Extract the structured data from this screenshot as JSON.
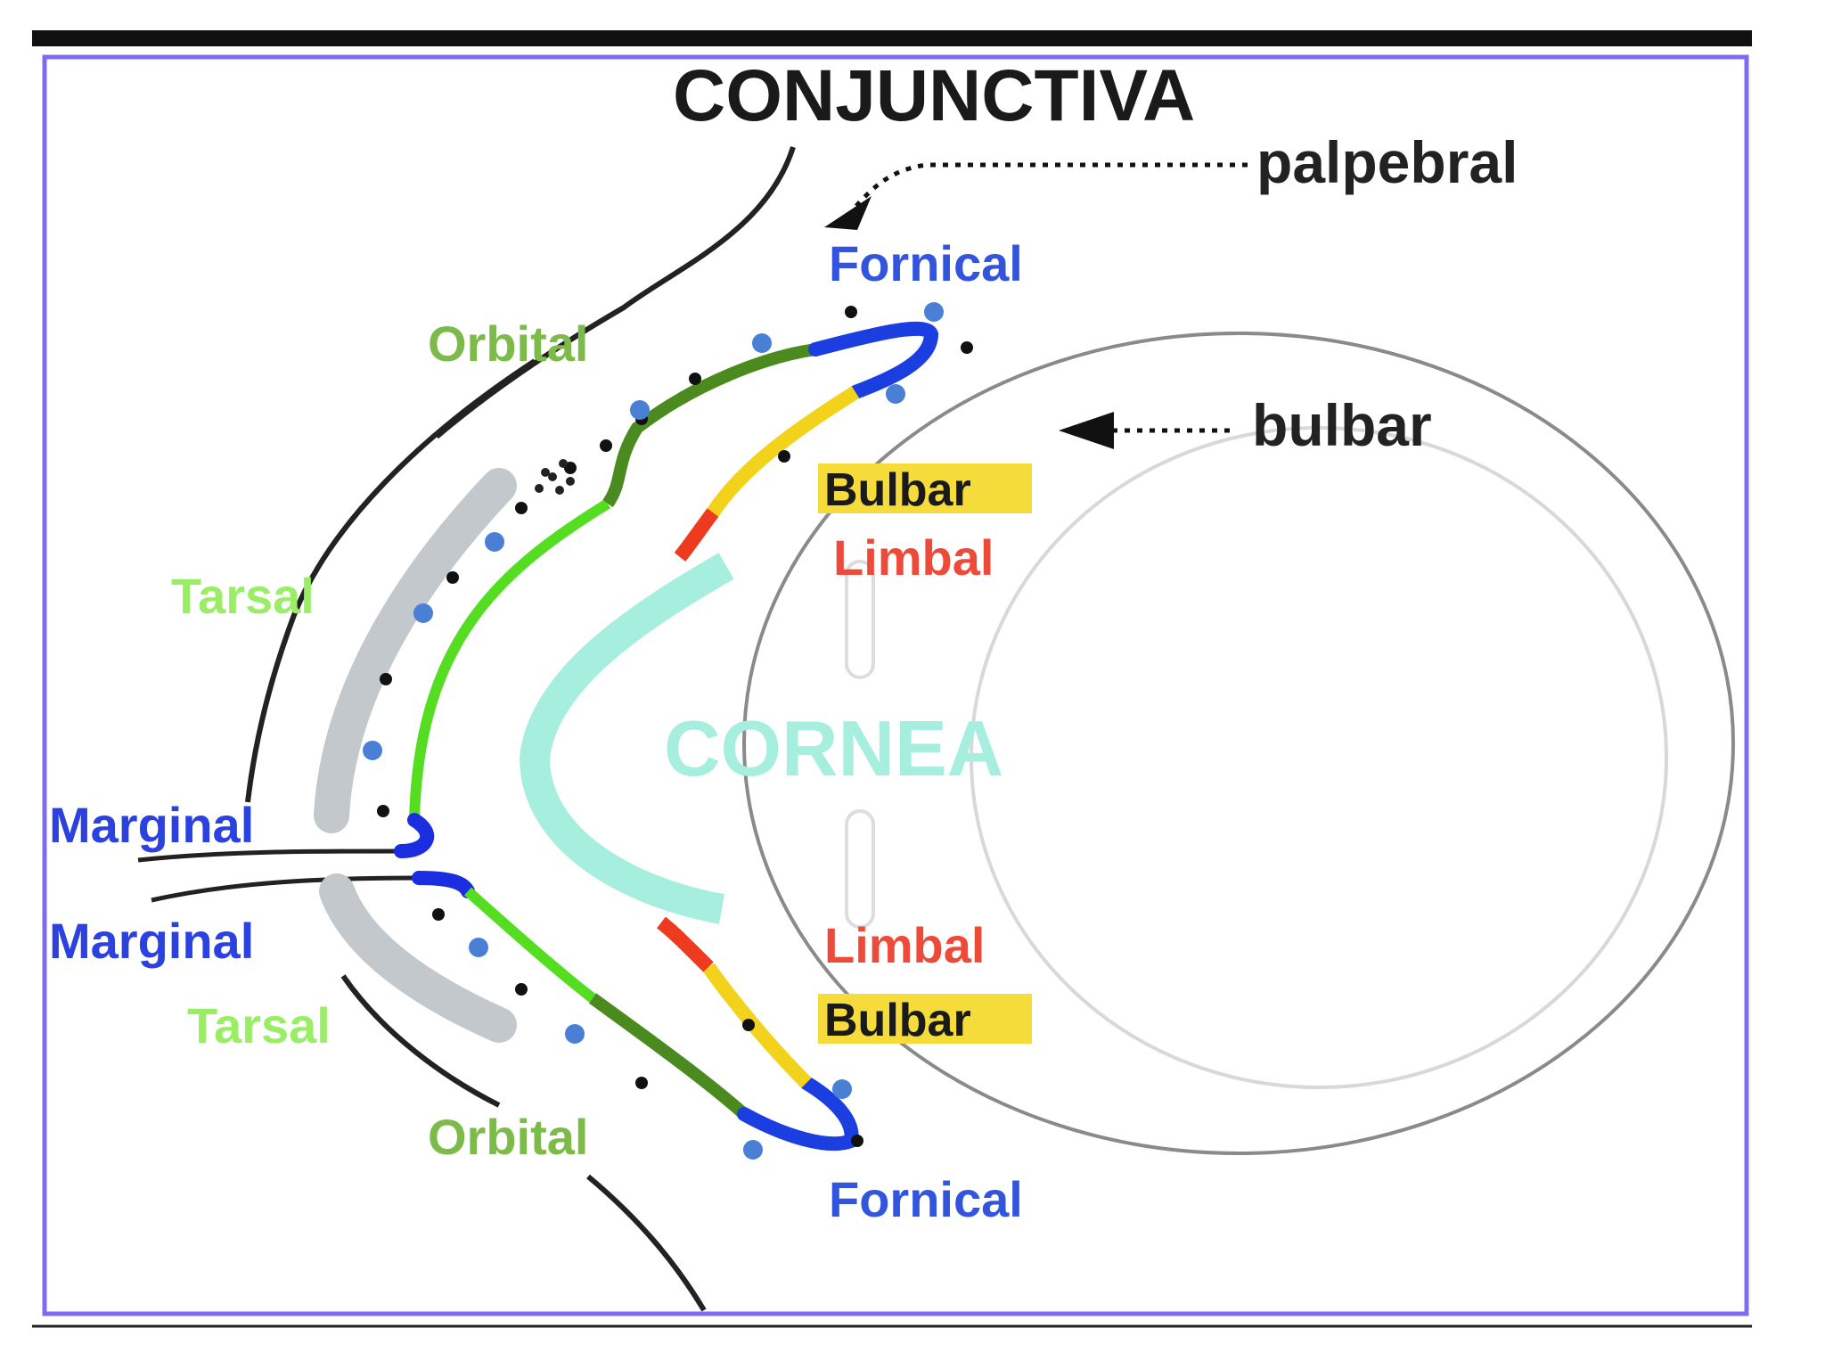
{
  "title": "CONJUNCTIVA",
  "labels": {
    "palpebral": "palpebral",
    "bulbar_pointer": "bulbar",
    "fornical_top": "Fornical",
    "fornical_bottom": "Fornical",
    "orbital_top": "Orbital",
    "orbital_bottom": "Orbital",
    "tarsal_top": "Tarsal",
    "tarsal_bottom": "Tarsal",
    "marginal_top": "Marginal",
    "marginal_bottom": "Marginal",
    "bulbar_top": "Bulbar",
    "bulbar_bottom": "Bulbar",
    "limbal_top": "Limbal",
    "limbal_bottom": "Limbal",
    "cornea": "CORNEA"
  },
  "colors": {
    "fornical": "#2244dd",
    "orbital": "#4a8a1e",
    "tarsal": "#55dd22",
    "marginal": "#1a2ee0",
    "bulbar": "#f2d21a",
    "limbal": "#ee3a1e",
    "cornea": "#a6eedd",
    "frame": "#7b6cf0",
    "gland_gray": "#c2c8cc"
  }
}
